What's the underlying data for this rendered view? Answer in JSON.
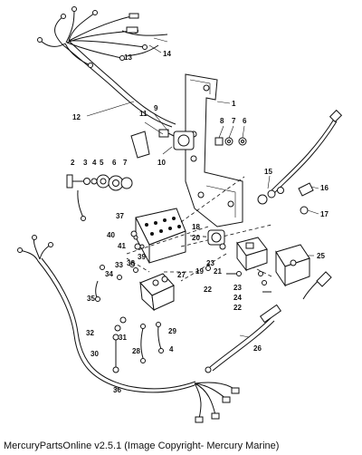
{
  "caption": "MercuryPartsOnline v2.5.1 (Image Copyright- Mercury Marine)",
  "callouts": [
    {
      "id": "c1",
      "text": "1"
    },
    {
      "id": "c2",
      "text": "2"
    },
    {
      "id": "c3",
      "text": "3"
    },
    {
      "id": "c4a",
      "text": "4"
    },
    {
      "id": "c4b",
      "text": "4"
    },
    {
      "id": "c5",
      "text": "5"
    },
    {
      "id": "c6a",
      "text": "6"
    },
    {
      "id": "c6b",
      "text": "6"
    },
    {
      "id": "c7a",
      "text": "7"
    },
    {
      "id": "c7b",
      "text": "7"
    },
    {
      "id": "c8",
      "text": "8"
    },
    {
      "id": "c9",
      "text": "9"
    },
    {
      "id": "c10",
      "text": "10"
    },
    {
      "id": "c11",
      "text": "11"
    },
    {
      "id": "c12",
      "text": "12"
    },
    {
      "id": "c13",
      "text": "13"
    },
    {
      "id": "c14",
      "text": "14"
    },
    {
      "id": "c15",
      "text": "15"
    },
    {
      "id": "c16",
      "text": "16"
    },
    {
      "id": "c17",
      "text": "17"
    },
    {
      "id": "c18",
      "text": "18"
    },
    {
      "id": "c19",
      "text": "19"
    },
    {
      "id": "c20",
      "text": "20"
    },
    {
      "id": "c21",
      "text": "21"
    },
    {
      "id": "c22a",
      "text": "22"
    },
    {
      "id": "c22b",
      "text": "22"
    },
    {
      "id": "c23a",
      "text": "23"
    },
    {
      "id": "c23b",
      "text": "23"
    },
    {
      "id": "c24",
      "text": "24"
    },
    {
      "id": "c25",
      "text": "25"
    },
    {
      "id": "c26",
      "text": "26"
    },
    {
      "id": "c27",
      "text": "27"
    },
    {
      "id": "c28",
      "text": "28"
    },
    {
      "id": "c29",
      "text": "29"
    },
    {
      "id": "c30",
      "text": "30"
    },
    {
      "id": "c31",
      "text": "31"
    },
    {
      "id": "c32",
      "text": "32"
    },
    {
      "id": "c33",
      "text": "33"
    },
    {
      "id": "c34",
      "text": "34"
    },
    {
      "id": "c35",
      "text": "35"
    },
    {
      "id": "c36",
      "text": "36"
    },
    {
      "id": "c37",
      "text": "37"
    },
    {
      "id": "c38",
      "text": "38"
    },
    {
      "id": "c39",
      "text": "39"
    },
    {
      "id": "c40",
      "text": "40"
    },
    {
      "id": "c41",
      "text": "41"
    }
  ]
}
